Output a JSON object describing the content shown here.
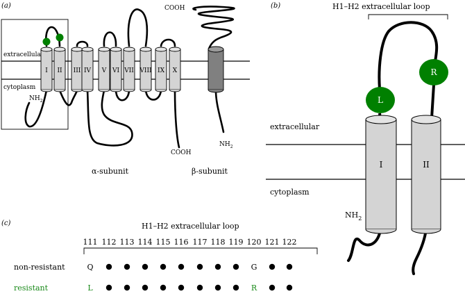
{
  "panel_a": {
    "panel_label": "(a)",
    "extracellular": "extracellular",
    "cytoplasm": "cytoplasm",
    "nh2": "NH",
    "nh2_sub": "2",
    "cooh_alpha": "COOH",
    "cooh_beta": "COOH",
    "nh2_beta": "NH",
    "nh2_beta_sub": "2",
    "alpha_label": "α-subunit",
    "beta_label": "β-subunit",
    "helices": [
      "I",
      "II",
      "III",
      "IV",
      "V",
      "VI",
      "VII",
      "VIII",
      "IX",
      "X"
    ],
    "colors": {
      "helix": "#d4d4d4",
      "beta_helix": "#808080",
      "mutation_dot": "#008000"
    }
  },
  "panel_b": {
    "panel_label": "(b)",
    "loop_label": "H1–H2 extracellular loop",
    "extracellular": "extracellular",
    "cytoplasm": "cytoplasm",
    "nh2": "NH",
    "nh2_sub": "2",
    "helix_left": "I",
    "helix_right": "II",
    "residue_left": "L",
    "residue_right": "R",
    "colors": {
      "residue": "#008000",
      "residue_text": "#ffffff"
    }
  },
  "panel_c": {
    "panel_label": "(c)",
    "loop_label": "H1–H2 extracellular loop",
    "positions": [
      "111",
      "112",
      "113",
      "114",
      "115",
      "116",
      "117",
      "118",
      "119",
      "120",
      "121",
      "122"
    ],
    "rows": [
      {
        "name": "non-resistant",
        "cells": [
          "Q",
          "●",
          "●",
          "●",
          "●",
          "●",
          "●",
          "●",
          "●",
          "G",
          "●",
          "●"
        ],
        "color": "#000000"
      },
      {
        "name": "resistant",
        "cells": [
          "L",
          "●",
          "●",
          "●",
          "●",
          "●",
          "●",
          "●",
          "●",
          "R",
          "●",
          "●"
        ],
        "color": "#1a8a1a"
      }
    ]
  }
}
